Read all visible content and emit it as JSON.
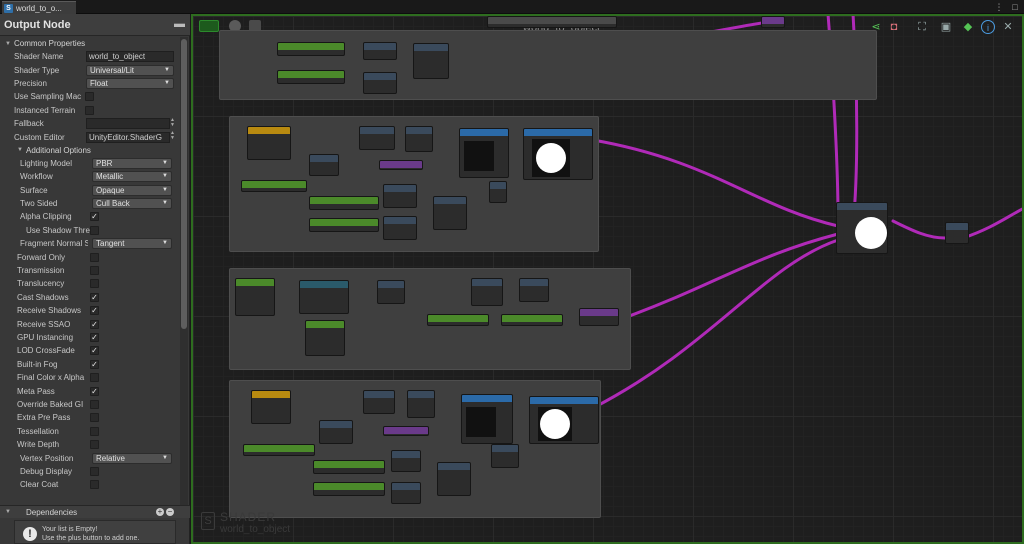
{
  "tab": {
    "label": "world_to_o..."
  },
  "inspector": {
    "title": "Output Node",
    "common_properties": "Common Properties",
    "shader_name": {
      "label": "Shader Name",
      "value": "world_to_object"
    },
    "shader_type": {
      "label": "Shader Type",
      "value": "Universal/Lit"
    },
    "precision": {
      "label": "Precision",
      "value": "Float"
    },
    "use_sampling_macros": {
      "label": "Use Sampling Mac"
    },
    "instanced_terrain": {
      "label": "Instanced Terrain"
    },
    "fallback": {
      "label": "Fallback"
    },
    "custom_editor": {
      "label": "Custom Editor",
      "value": "UnityEditor.ShaderG"
    },
    "additional_options": "Additional Options",
    "lighting_model": {
      "label": "Lighting Model",
      "value": "PBR"
    },
    "workflow": {
      "label": "Workflow",
      "value": "Metallic"
    },
    "surface": {
      "label": "Surface",
      "value": "Opaque"
    },
    "two_sided": {
      "label": "Two Sided",
      "value": "Cull Back"
    },
    "alpha_clipping": {
      "label": "Alpha Clipping",
      "checked": true
    },
    "use_shadow_threshold": {
      "label": "Use Shadow Thre",
      "checked": false
    },
    "fragment_normal_space": {
      "label": "Fragment Normal S",
      "value": "Tangent"
    },
    "checkboxes": [
      {
        "label": "Forward Only",
        "checked": false
      },
      {
        "label": "Transmission",
        "checked": false
      },
      {
        "label": "Translucency",
        "checked": false
      },
      {
        "label": "Cast Shadows",
        "checked": true
      },
      {
        "label": "Receive Shadows",
        "checked": true
      },
      {
        "label": "Receive SSAO",
        "checked": true
      },
      {
        "label": "GPU Instancing",
        "checked": true
      },
      {
        "label": "LOD CrossFade",
        "checked": true
      },
      {
        "label": "Built-in Fog",
        "checked": true
      },
      {
        "label": "Final Color x Alpha",
        "checked": false
      },
      {
        "label": "Meta Pass",
        "checked": true
      },
      {
        "label": "Override Baked GI",
        "checked": false
      },
      {
        "label": "Extra Pre Pass",
        "checked": false
      },
      {
        "label": "Tessellation",
        "checked": false
      },
      {
        "label": "Write Depth",
        "checked": false
      }
    ],
    "vertex_position": {
      "label": "Vertex Position",
      "value": "Relative"
    },
    "debug_display": {
      "label": "Debug Display",
      "checked": false
    },
    "clear_coat": {
      "label": "Clear Coat",
      "checked": false
    },
    "dependencies": "Dependencies",
    "dependencies_empty_1": "Your list is Empty!",
    "dependencies_empty_2": "Use the plus button to add one."
  },
  "canvas": {
    "title": "world_to_object",
    "watermark_type": "SHADER",
    "watermark_name": "world_to_object"
  },
  "colors": {
    "wire": "#b02ab8",
    "canvas_border": "#2e6d1f",
    "group_bg": "#3f3f3f"
  },
  "icons": [
    "shader-icon",
    "share-icon",
    "camera-icon",
    "fit-view-icon",
    "maximize-icon",
    "live-icon",
    "info-icon",
    "close-icon",
    "plus-icon",
    "minus-icon",
    "warning-icon"
  ]
}
